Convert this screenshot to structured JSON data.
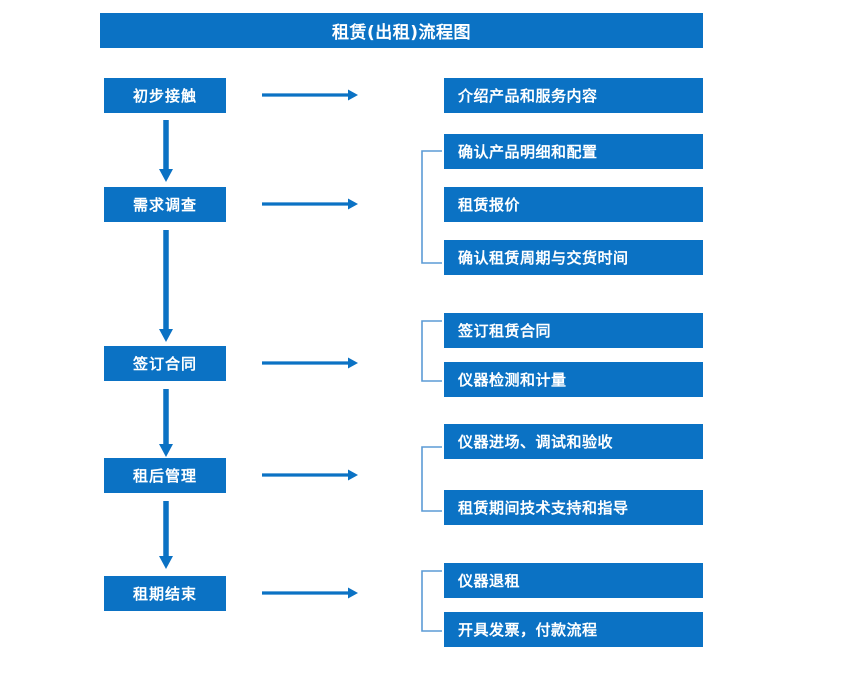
{
  "diagram": {
    "title": "租赁(出租)流程图",
    "accent_color": "#0b72c4",
    "bracket_color": "#5b9bd5",
    "background_color": "#ffffff",
    "text_color": "#ffffff",
    "type": "flowchart",
    "stages": [
      {
        "label": "初步接触",
        "details": [
          "介绍产品和服务内容"
        ],
        "bracketed": false
      },
      {
        "label": "需求调查",
        "details": [
          "确认产品明细和配置",
          "租赁报价",
          "确认租赁周期与交货时间"
        ],
        "bracketed": true
      },
      {
        "label": "签订合同",
        "details": [
          "签订租赁合同",
          "仪器检测和计量"
        ],
        "bracketed": true
      },
      {
        "label": "租后管理",
        "details": [
          "仪器进场、调试和验收",
          "租赁期间技术支持和指导"
        ],
        "bracketed": true
      },
      {
        "label": "租期结束",
        "details": [
          "仪器退租",
          "开具发票，付款流程"
        ],
        "bracketed": true
      }
    ]
  }
}
